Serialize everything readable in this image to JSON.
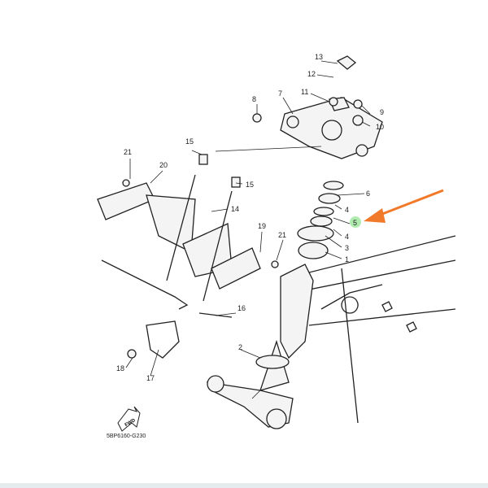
{
  "diagram": {
    "code": "5BP6160-G230",
    "fwd_label": "FWD",
    "callouts": [
      {
        "id": "13",
        "label": "13"
      },
      {
        "id": "12",
        "label": "12"
      },
      {
        "id": "11",
        "label": "11"
      },
      {
        "id": "8",
        "label": "8"
      },
      {
        "id": "7",
        "label": "7"
      },
      {
        "id": "9",
        "label": "9"
      },
      {
        "id": "10",
        "label": "10"
      },
      {
        "id": "15a",
        "label": "15"
      },
      {
        "id": "21a",
        "label": "21"
      },
      {
        "id": "20",
        "label": "20"
      },
      {
        "id": "15b",
        "label": "15"
      },
      {
        "id": "14",
        "label": "14"
      },
      {
        "id": "6",
        "label": "6"
      },
      {
        "id": "4a",
        "label": "4"
      },
      {
        "id": "5",
        "label": "5"
      },
      {
        "id": "4b",
        "label": "4"
      },
      {
        "id": "3",
        "label": "3"
      },
      {
        "id": "1",
        "label": "1"
      },
      {
        "id": "19",
        "label": "19"
      },
      {
        "id": "21b",
        "label": "21"
      },
      {
        "id": "16",
        "label": "16"
      },
      {
        "id": "18",
        "label": "18"
      },
      {
        "id": "17",
        "label": "17"
      },
      {
        "id": "2",
        "label": "2"
      }
    ],
    "highlight": {
      "target": "5",
      "arrow_color": "#f07a2a",
      "glow_color": "#7be07b"
    }
  }
}
